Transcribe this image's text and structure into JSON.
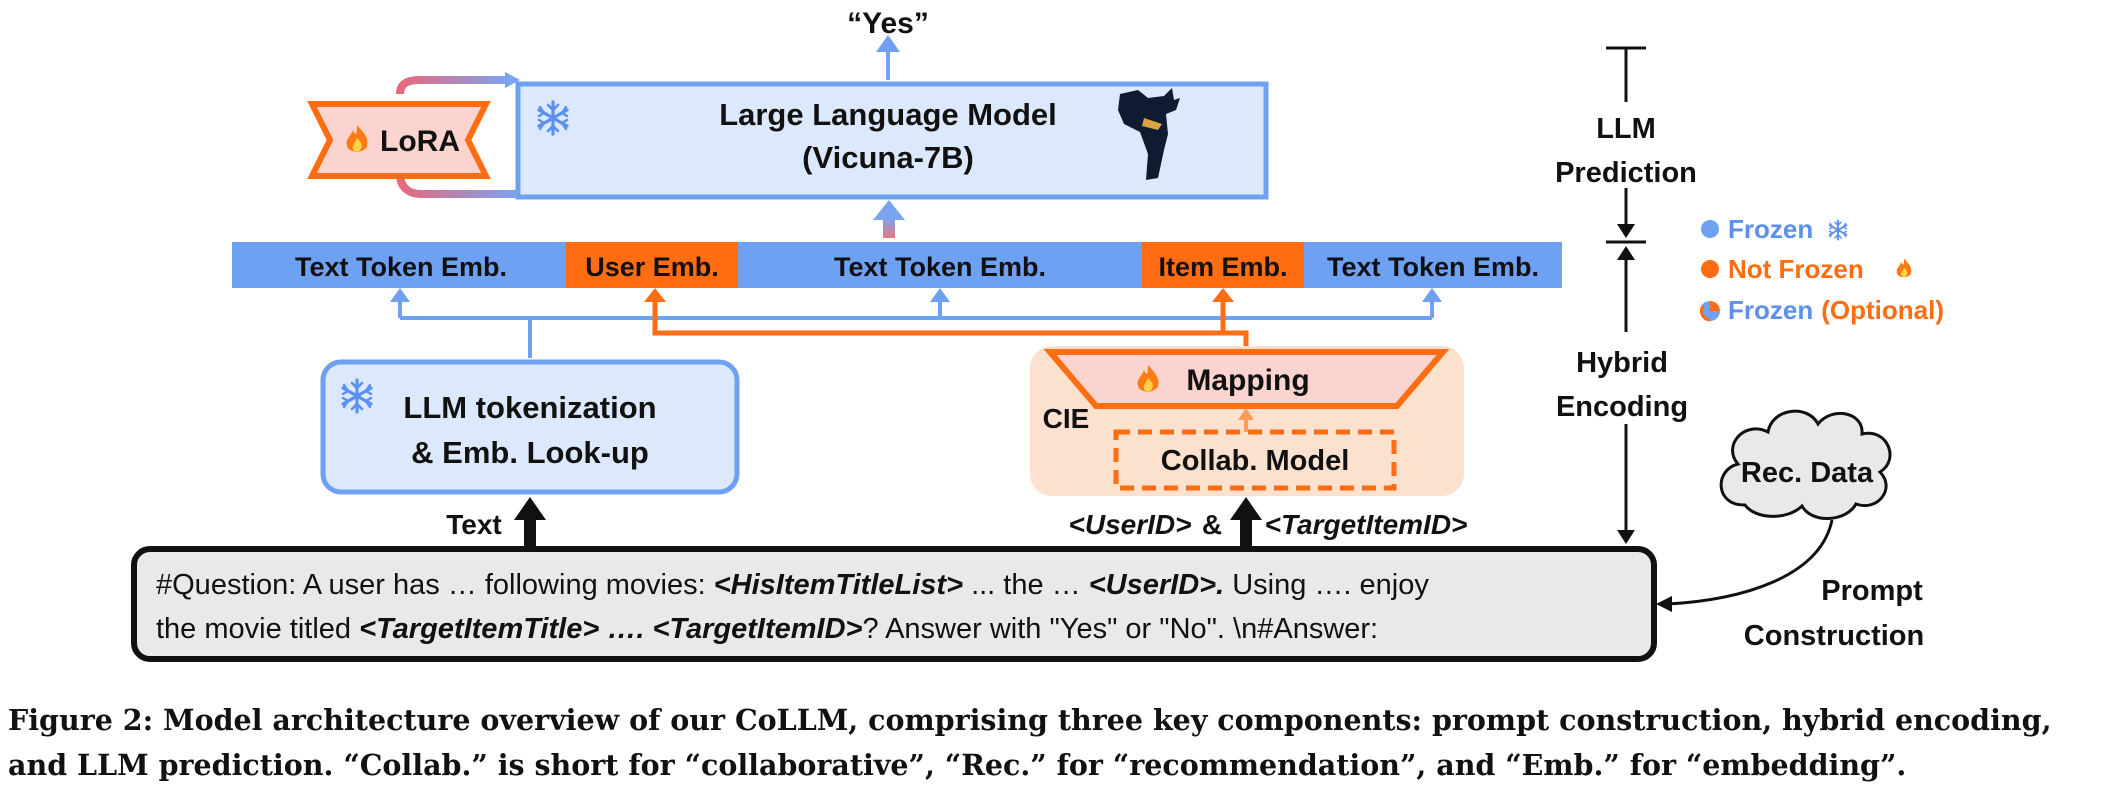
{
  "llm": {
    "output": "“Yes”",
    "line1": "Large Language Model",
    "line2": "(Vicuna-7B)",
    "lora": "LoRA"
  },
  "emb_row": {
    "text1": "Text Token Emb.",
    "user": "User Emb.",
    "text2": "Text Token Emb.",
    "item": "Item Emb.",
    "text3": "Text Token Emb."
  },
  "tokenizer": {
    "line1": "LLM tokenization",
    "line2": "& Emb. Look-up"
  },
  "cie": {
    "label": "CIE",
    "mapping": "Mapping",
    "collab": "Collab. Model"
  },
  "inputs": {
    "text": "Text",
    "userid": "<UserID>",
    "amp": "&",
    "targetid": "<TargetItemID>"
  },
  "prompt": {
    "l1_a": "#Question: A user has … following movies: ",
    "l1_b": "<HisItemTitleList>",
    "l1_c": " ... the … ",
    "l1_d": "<UserID>.",
    "l1_e": " Using …. enjoy",
    "l2_a": "the movie titled ",
    "l2_b": "<TargetItemTitle>",
    "l2_c": " …. ",
    "l2_d": "<TargetItemID>",
    "l2_e": "? Answer with \"Yes\" or \"No\".  \\n#Answer:"
  },
  "stages": {
    "prediction_1": "LLM",
    "prediction_2": "Prediction",
    "hybrid_1": "Hybrid",
    "hybrid_2": "Encoding",
    "rec_data": "Rec. Data",
    "construction_1": "Prompt",
    "construction_2": "Construction"
  },
  "legend": {
    "frozen": "Frozen",
    "not_frozen": "Not Frozen",
    "optional_a": "Frozen",
    "optional_b": "(Optional)"
  },
  "caption": {
    "line1": "Figure 2: Model architecture overview of our CoLLM, comprising three key components: prompt construction, hybrid encoding,",
    "line2": "and LLM prediction. “Collab.” is short for “collaborative”, “Rec.” for “recommendation”, and “Emb.” for “embedding”."
  },
  "colors": {
    "blue": "#6fa1f2",
    "blue_light": "#dce8fb",
    "orange": "#ff6d12",
    "orange_light": "#fde1cf",
    "pink": "#fbd3cf",
    "frozen_text": "#5b8ff0",
    "dark": "#111111"
  },
  "icons": [
    "snowflake-icon",
    "fire-icon",
    "llama-icon",
    "cloud-icon"
  ]
}
